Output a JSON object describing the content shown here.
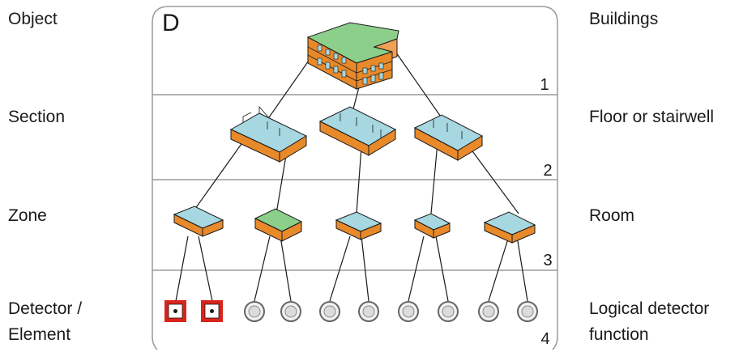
{
  "panel_letter": "D",
  "left_labels": [
    "Object",
    "Section",
    "Zone",
    "Detector /",
    "Element"
  ],
  "right_labels": [
    "Buildings",
    "Floor or stairwell",
    "Room",
    "Logical detector",
    "function"
  ],
  "level_numbers": [
    "1",
    "2",
    "3",
    "4"
  ],
  "colors": {
    "frame": "#9a9a9a",
    "roof_green": "#8ccf8a",
    "wall_orange": "#e8892a",
    "floor_blue": "#a7d7e0",
    "detector_red": "#d9241c",
    "line": "#1a1a1a"
  },
  "tree": {
    "object": "building",
    "sections": 3,
    "zones": 5,
    "detectors": [
      {
        "type": "square",
        "icon": "point-detector-icon"
      },
      {
        "type": "square",
        "icon": "point-detector-icon"
      },
      {
        "type": "circle",
        "icon": "logical-function-icon"
      },
      {
        "type": "circle",
        "icon": "logical-function-icon"
      },
      {
        "type": "circle",
        "icon": "logical-function-icon"
      },
      {
        "type": "circle",
        "icon": "logical-function-icon"
      },
      {
        "type": "circle",
        "icon": "logical-function-icon"
      },
      {
        "type": "circle",
        "icon": "logical-function-icon"
      },
      {
        "type": "circle",
        "icon": "logical-function-icon"
      },
      {
        "type": "circle",
        "icon": "logical-function-icon"
      }
    ]
  }
}
